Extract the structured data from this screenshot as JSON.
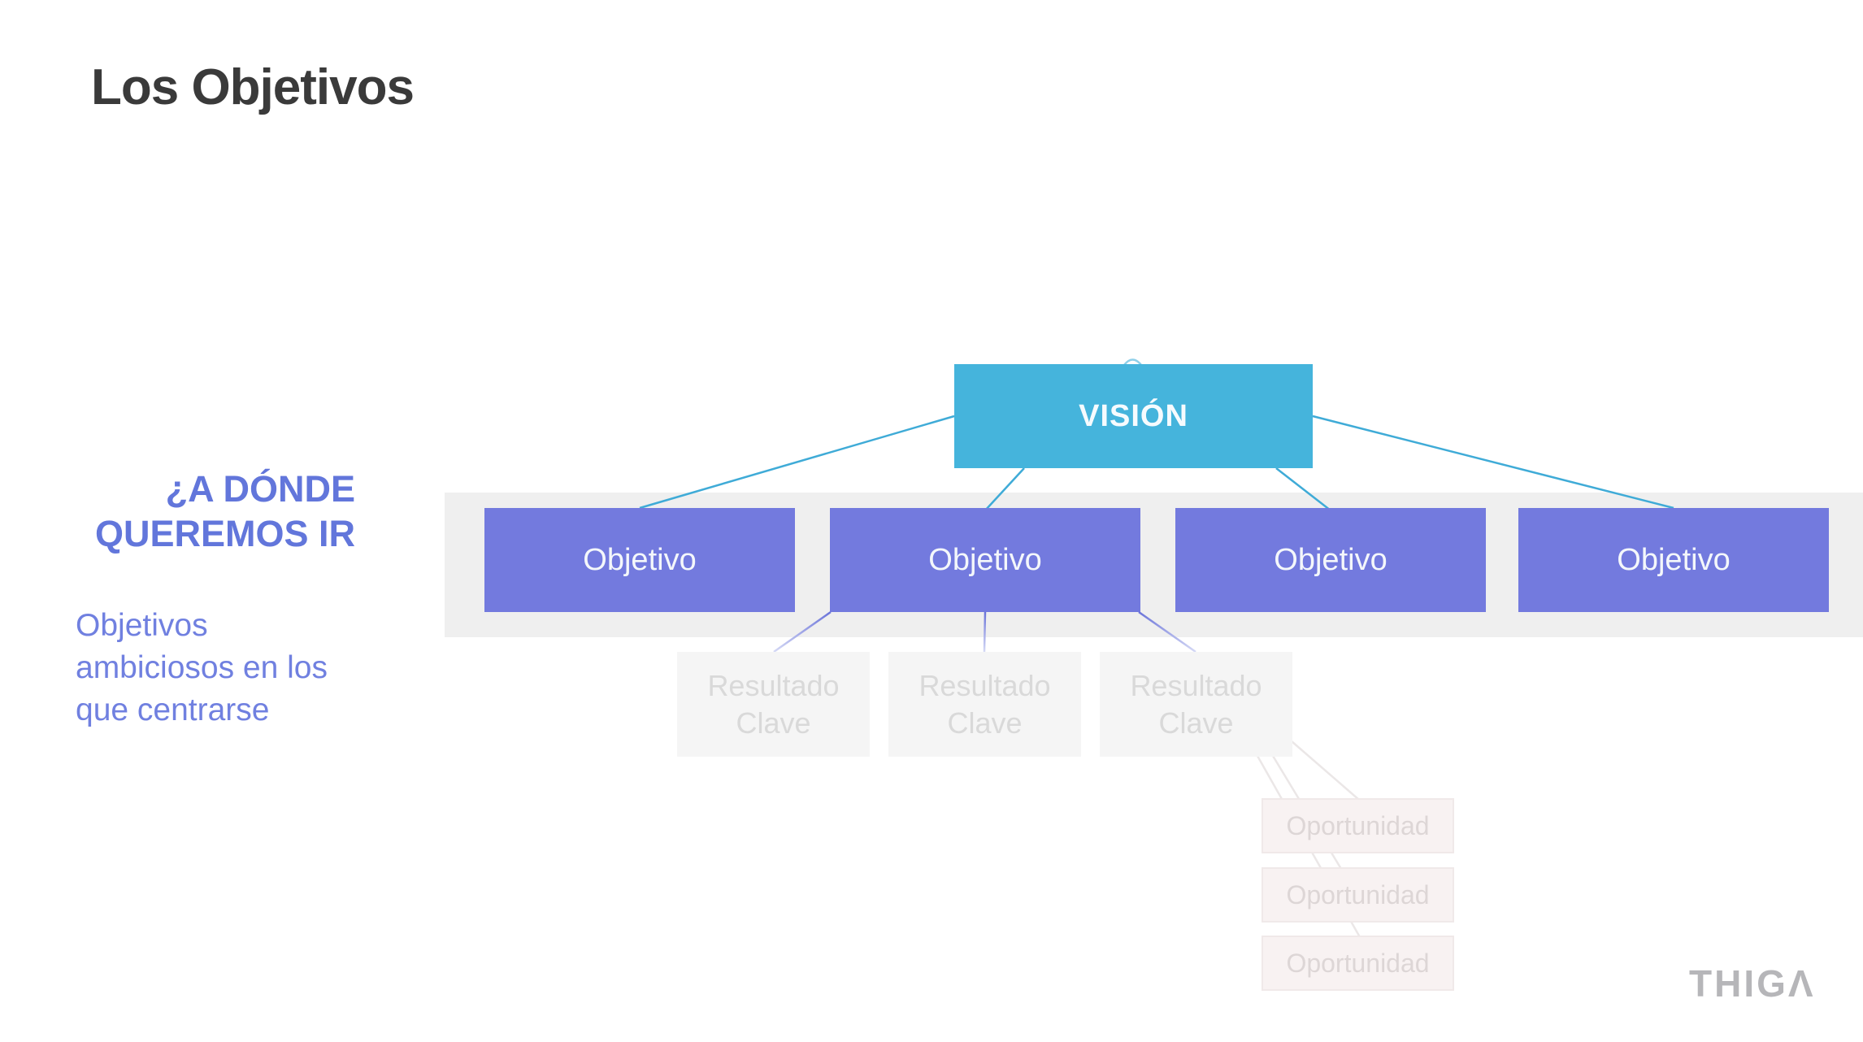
{
  "slide": {
    "title": "Los Objetivos",
    "sidebar": {
      "headline_lines": [
        "¿A DÓNDE",
        "QUEREMOS IR"
      ],
      "body_lines": [
        "Objetivos",
        "ambiciosos en los",
        "que centrarse"
      ]
    },
    "logo_text": "THIGΛ"
  },
  "diagram": {
    "vision": {
      "label": "VISIÓN"
    },
    "objetivos": [
      {
        "label": "Objetivo"
      },
      {
        "label": "Objetivo"
      },
      {
        "label": "Objetivo"
      },
      {
        "label": "Objetivo"
      }
    ],
    "resultados": [
      {
        "label": "Resultado Clave"
      },
      {
        "label": "Resultado Clave"
      },
      {
        "label": "Resultado Clave"
      }
    ],
    "oportunidades": [
      {
        "label": "Oportunidad"
      },
      {
        "label": "Oportunidad"
      },
      {
        "label": "Oportunidad"
      }
    ]
  },
  "colors": {
    "title_text": "#3a3a3a",
    "headline_text": "#6276db",
    "body_text": "#7080e0",
    "vision_fill": "#45b4dc",
    "vision_line": "#3fabd7",
    "objetivo_fill": "#737ade",
    "objetivo_line_start": "#6b74d9",
    "objetivo_line_end": "#d5d9f5",
    "band": "#efefef",
    "resultado_fill": "#f5f5f5",
    "resultado_text": "#d9d9d9",
    "oportunidad_fill": "#f8f2f2",
    "oportunidad_border": "#f0e9e9",
    "oportunidad_text": "#ddd6d6",
    "fan_line": "#ebe7e7",
    "logo_text": "#b6b6b9"
  }
}
